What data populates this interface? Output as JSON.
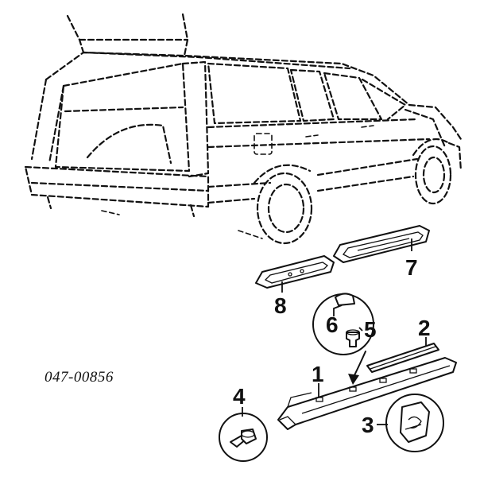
{
  "diagram": {
    "reference_code": "047-00856",
    "parts": [
      {
        "id": "p1",
        "number": "1"
      },
      {
        "id": "p2",
        "number": "2"
      },
      {
        "id": "p3",
        "number": "3"
      },
      {
        "id": "p4",
        "number": "4"
      },
      {
        "id": "p5",
        "number": "5"
      },
      {
        "id": "p6",
        "number": "6"
      },
      {
        "id": "p7",
        "number": "7"
      },
      {
        "id": "p8",
        "number": "8"
      }
    ]
  }
}
